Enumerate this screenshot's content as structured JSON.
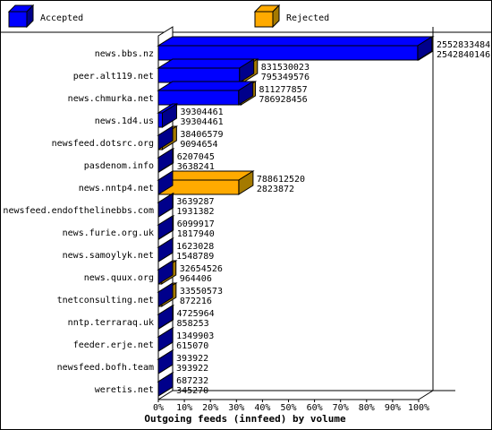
{
  "chart_data": {
    "type": "bar",
    "orientation": "horizontal",
    "stacking": "overlaid",
    "title": "Outgoing feeds (innfeed) by volume",
    "legend_position": "top",
    "x_ticks": [
      "0%",
      "10%",
      "20%",
      "30%",
      "40%",
      "50%",
      "60%",
      "70%",
      "80%",
      "90%",
      "100%"
    ],
    "xlim": [
      0,
      100
    ],
    "colors": {
      "accepted": "#0000ff",
      "rejected": "#ffaa00",
      "side": "#a57a00",
      "accepted_dark": "#00008b"
    },
    "series": [
      {
        "name": "Accepted",
        "key": "accepted"
      },
      {
        "name": "Rejected",
        "key": "rejected"
      }
    ],
    "categories": [
      {
        "name": "news.bbs.nz",
        "accepted": 2542840146,
        "rejected": 2552833484,
        "accepted_label": "2542840146",
        "rejected_label": "2552833484"
      },
      {
        "name": "peer.alt119.net",
        "accepted": 795349576,
        "rejected": 831530023,
        "accepted_label": "795349576",
        "rejected_label": "831530023"
      },
      {
        "name": "news.chmurka.net",
        "accepted": 786928456,
        "rejected": 811277857,
        "accepted_label": "786928456",
        "rejected_label": "811277857"
      },
      {
        "name": "news.1d4.us",
        "accepted": 39304461,
        "rejected": 39304461,
        "accepted_label": "39304461",
        "rejected_label": "39304461"
      },
      {
        "name": "newsfeed.dotsrc.org",
        "accepted": 9094654,
        "rejected": 38406579,
        "accepted_label": "9094654",
        "rejected_label": "38406579"
      },
      {
        "name": "pasdenom.info",
        "accepted": 3638241,
        "rejected": 6207045,
        "accepted_label": "3638241",
        "rejected_label": "6207045"
      },
      {
        "name": "news.nntp4.net",
        "accepted": 2823872,
        "rejected": 788612520,
        "accepted_label": "2823872",
        "rejected_label": "788612520"
      },
      {
        "name": "newsfeed.endofthelinebbs.com",
        "accepted": 1931382,
        "rejected": 3639287,
        "accepted_label": "1931382",
        "rejected_label": "3639287"
      },
      {
        "name": "news.furie.org.uk",
        "accepted": 1817940,
        "rejected": 6099917,
        "accepted_label": "1817940",
        "rejected_label": "6099917"
      },
      {
        "name": "news.samoylyk.net",
        "accepted": 1548789,
        "rejected": 1623028,
        "accepted_label": "1548789",
        "rejected_label": "1623028"
      },
      {
        "name": "news.quux.org",
        "accepted": 964406,
        "rejected": 32654526,
        "accepted_label": "964406",
        "rejected_label": "32654526"
      },
      {
        "name": "tnetconsulting.net",
        "accepted": 872216,
        "rejected": 33550573,
        "accepted_label": "872216",
        "rejected_label": "33550573"
      },
      {
        "name": "nntp.terraraq.uk",
        "accepted": 858253,
        "rejected": 4725964,
        "accepted_label": "858253",
        "rejected_label": "4725964"
      },
      {
        "name": "feeder.erje.net",
        "accepted": 615070,
        "rejected": 1349903,
        "accepted_label": "615070",
        "rejected_label": "1349903"
      },
      {
        "name": "newsfeed.bofh.team",
        "accepted": 393922,
        "rejected": 393922,
        "accepted_label": "393922",
        "rejected_label": "393922"
      },
      {
        "name": "weretis.net",
        "accepted": 345270,
        "rejected": 687232,
        "accepted_label": "345270",
        "rejected_label": "687232"
      }
    ]
  }
}
